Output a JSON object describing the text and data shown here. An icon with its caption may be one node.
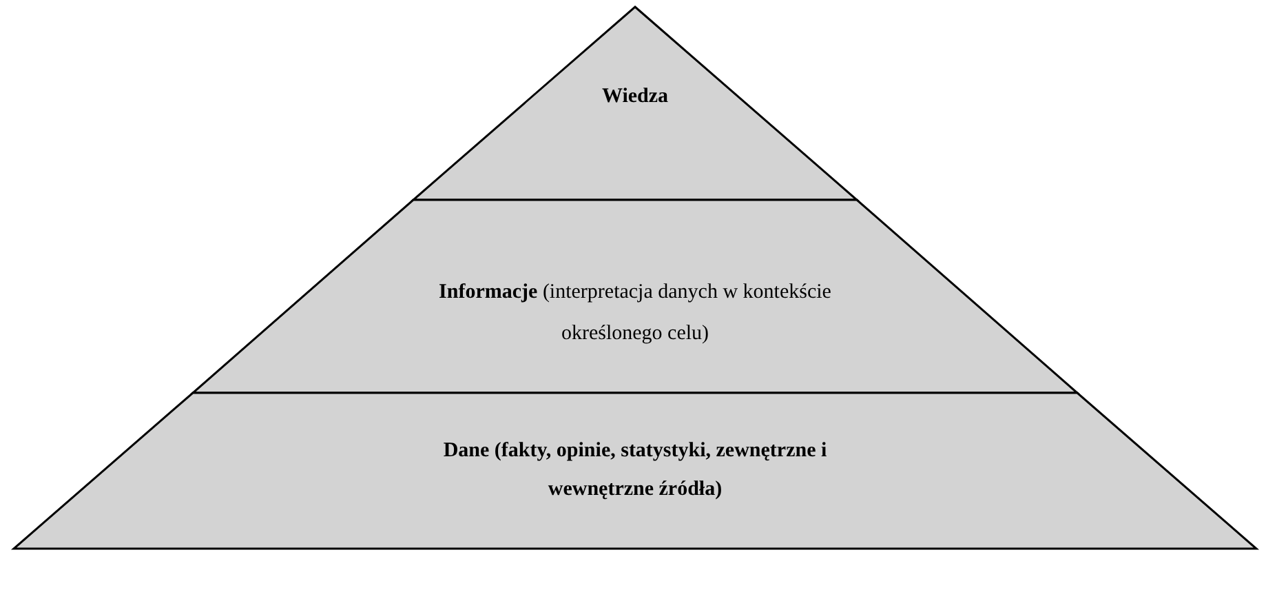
{
  "diagram": {
    "nodes": [
      {
        "text": [
          "Wiedza"
        ]
      },
      {
        "text": [
          "**Informacje** (interpretacja danych w kontekście określonego celu)"
        ]
      },
      {
        "text": [
          "Dane (fakty, opinie, statystyki, zewnętrzne i wewnętrzne źródła)"
        ]
      }
    ]
  }
}
